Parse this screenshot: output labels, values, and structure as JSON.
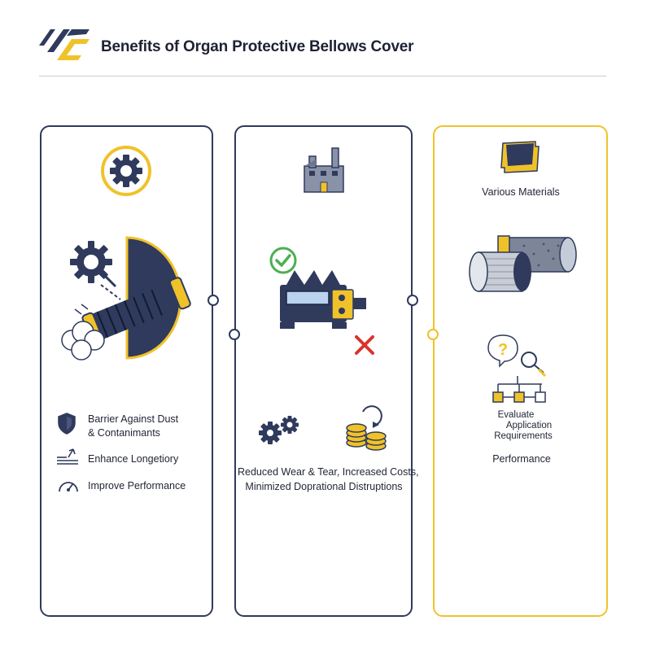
{
  "header": {
    "title": "Benefits of Organ Protective Bellows Cover"
  },
  "panel1": {
    "benefits": [
      {
        "icon": "shield-icon",
        "line1": "Barrier Against Dust",
        "line2": "& Contanimants"
      },
      {
        "icon": "upward-arrow-icon",
        "label": "Enhance Longetiory"
      },
      {
        "icon": "gauge-icon",
        "label": "Improve Performance"
      }
    ]
  },
  "panel2": {
    "line1": "Reduced Wear & Tear, Increased Costs,",
    "line2": "Minimized Doprational  Distruptions"
  },
  "panel3": {
    "materials_label": "Various Materials",
    "evaluate": [
      "Evaluate",
      "Application",
      "Requirements"
    ],
    "performance_label": "Performance"
  },
  "colors": {
    "navy": "#2f3a5c",
    "yellow": "#f0c22a",
    "green": "#4caf50",
    "red": "#d9342b"
  }
}
